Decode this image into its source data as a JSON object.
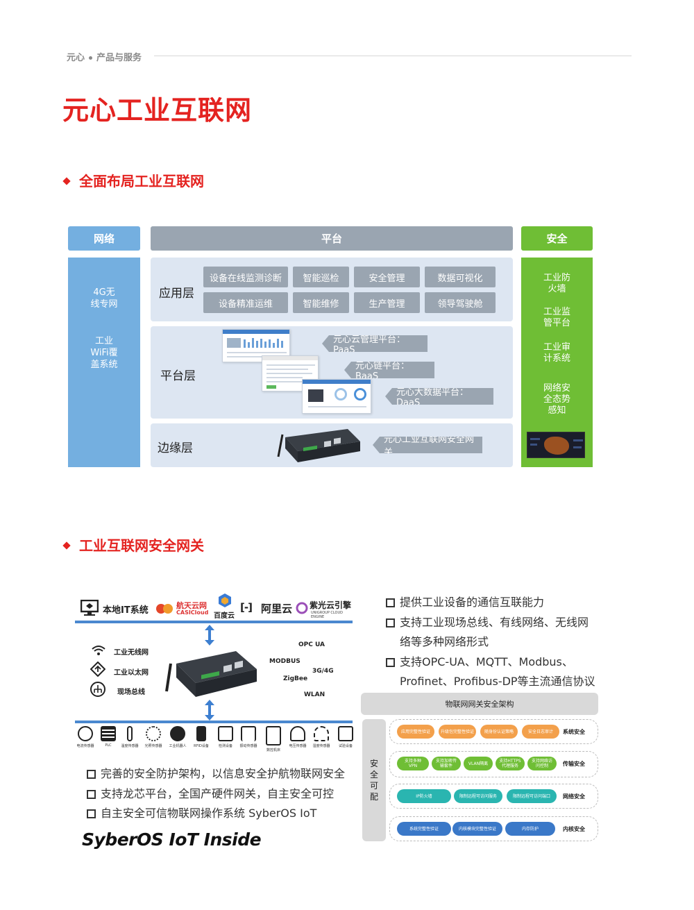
{
  "header": {
    "brand": "元心",
    "section": "产品与服务",
    "title": "元心工业互联网"
  },
  "section1": {
    "heading": "全面布局工业互联网",
    "columns": {
      "network": "网络",
      "platform": "平台",
      "security": "安全"
    },
    "network_items": [
      "4G无\n线专网",
      "工业\nWiFi覆\n盖系统"
    ],
    "security_items": [
      "工业防\n火墙",
      "工业监\n管平台",
      "工业审\n计系统",
      "网络安\n全态势\n感知"
    ],
    "layers": {
      "app": {
        "label": "应用层",
        "buttons": [
          "设备在线监测诊断",
          "智能巡检",
          "安全管理",
          "数据可视化",
          "设备精准运维",
          "智能维修",
          "生产管理",
          "领导驾驶舱"
        ]
      },
      "platform": {
        "label": "平台层",
        "tags": [
          "元心云管理平台：PaaS",
          "元心链平台：BaaS",
          "元心大数据平台：DaaS"
        ]
      },
      "edge": {
        "label": "边缘层",
        "tag": "元心工业互联网安全网关"
      }
    }
  },
  "section2": {
    "heading": "工业互联网安全网关",
    "logos": {
      "it": "本地IT系统",
      "casic": "航天云网",
      "casic_en": "CASICloud",
      "baidu": "百度云",
      "ali": "阿里云",
      "unigroup": "紫光云引擎",
      "unigroup_en": "UNIGROUP CLOUD ENGINE"
    },
    "network_types": [
      "工业无线网",
      "工业以太网",
      "现场总线"
    ],
    "protocols": [
      "OPC UA",
      "MODBUS",
      "3G/4G",
      "ZigBee",
      "WLAN"
    ],
    "devices": [
      "电流传感器",
      "PLC",
      "温度传感器",
      "光照传感器",
      "工业机器人",
      "RFID设备",
      "检测设备",
      "振动传感器",
      "数控机床",
      "电压传感器",
      "湿度传感器",
      "试验设备"
    ],
    "features_right": [
      [
        "提供工业设备的通信互联能力"
      ],
      [
        "支持工业现场总线、有线网络、无线网",
        "络等多种网络形式"
      ],
      [
        "支持OPC-UA、MQTT、Modbus、",
        "Profinet、Profibus-DP等主流通信协议"
      ]
    ],
    "features_left": [
      "完善的安全防护架构，以信息安全护航物联网安全",
      "支持龙芯平台，全国产硬件网关，自主安全可控",
      "自主安全可信物联网操作系统 SyberOS IoT"
    ],
    "syberos": "SyberOS  IoT Inside",
    "arch": {
      "title": "物联网网关安全架构",
      "side": "安\n全\n可\n配",
      "rows": [
        {
          "label": "系统安全",
          "color": "#f3a04b",
          "pills": [
            "应用完整性验证",
            "升级包完整性验证",
            "随身份认证策略",
            "安全日志审计"
          ]
        },
        {
          "label": "传输安全",
          "color": "#6fbe35",
          "pills": [
            "支持多种\nVPN",
            "支持加密传\n输套件",
            "VLAN隔离",
            "支持HTTPS\n代理服务",
            "支持网络访\n问控制"
          ]
        },
        {
          "label": "网络安全",
          "color": "#2ab5b0",
          "pills": [
            "IP防火墙",
            "限制远程可访问服务",
            "限制远程可访问端口"
          ]
        },
        {
          "label": "内核安全",
          "color": "#3a78c8",
          "pills": [
            "系统完整性验证",
            "内核模块完整性验证",
            "内存防护"
          ]
        }
      ]
    }
  }
}
